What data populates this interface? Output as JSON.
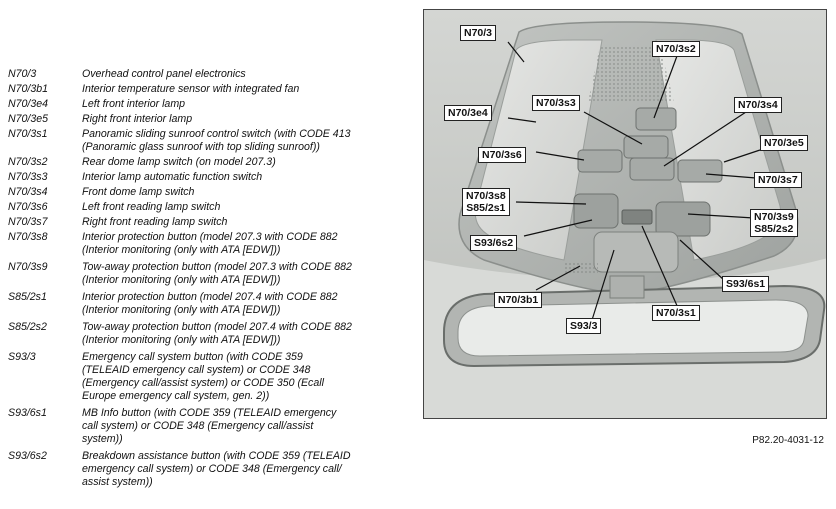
{
  "legend": [
    {
      "code": "N70/3",
      "desc": "Overhead control panel electronics"
    },
    {
      "code": "N70/3b1",
      "desc": "Interior temperature sensor with integrated fan"
    },
    {
      "code": "N70/3e4",
      "desc": "Left front interior lamp"
    },
    {
      "code": "N70/3e5",
      "desc": "Right front interior lamp"
    },
    {
      "code": "N70/3s1",
      "desc": "Panoramic sliding sunroof control switch (with CODE 413\n(Panoramic glass sunroof with top sliding sunroof))"
    },
    {
      "code": "N70/3s2",
      "desc": "Rear dome lamp switch (on model 207.3)"
    },
    {
      "code": "N70/3s3",
      "desc": "Interior lamp automatic function switch"
    },
    {
      "code": "N70/3s4",
      "desc": "Front dome lamp switch"
    },
    {
      "code": "N70/3s6",
      "desc": "Left front reading lamp switch"
    },
    {
      "code": "N70/3s7",
      "desc": "Right front reading lamp switch"
    },
    {
      "code": "N70/3s8",
      "desc": "Interior protection button (model 207.3 with CODE 882\n(Interior monitoring (only with ATA [EDW]))"
    },
    {
      "code": "N70/3s9",
      "desc": "Tow-away protection button (model 207.3 with CODE 882\n(Interior monitoring (only with ATA [EDW]))"
    },
    {
      "code": "S85/2s1",
      "desc": "Interior protection button (model 207.4 with CODE 882\n(Interior monitoring (only with ATA [EDW]))"
    },
    {
      "code": "S85/2s2",
      "desc": "Tow-away protection button (model 207.4 with CODE 882\n(Interior monitoring (only with ATA [EDW]))"
    },
    {
      "code": "S93/3",
      "desc": "Emergency call system button (with CODE 359\n(TELEAID emergency call system) or CODE 348\n(Emergency call/assist system) or CODE 350 (Ecall\nEurope emergency call system, gen. 2))"
    },
    {
      "code": "S93/6s1",
      "desc": "MB Info button (with CODE 359 (TELEAID emergency\ncall system) or CODE 348 (Emergency call/assist\nsystem))"
    },
    {
      "code": "S93/6s2",
      "desc": "Breakdown assistance button (with CODE 359 (TELEAID\nemergency call system) or CODE 348 (Emergency call/\nassist system))"
    }
  ],
  "callouts": {
    "n70_3": "N70/3",
    "n70_3s2": "N70/3s2",
    "n70_3e4": "N70/3e4",
    "n70_3s3": "N70/3s3",
    "n70_3s4": "N70/3s4",
    "n70_3e5": "N70/3e5",
    "n70_3s6": "N70/3s6",
    "n70_3s7": "N70/3s7",
    "n70_3s8_s85_2s1": "N70/3s8\nS85/2s1",
    "n70_3s9_s85_2s2": "N70/3s9\nS85/2s2",
    "s93_6s2": "S93/6s2",
    "s93_6s1": "S93/6s1",
    "n70_3b1": "N70/3b1",
    "n70_3s1": "N70/3s1",
    "s93_3": "S93/3"
  },
  "caption": "P82.20-4031-12"
}
